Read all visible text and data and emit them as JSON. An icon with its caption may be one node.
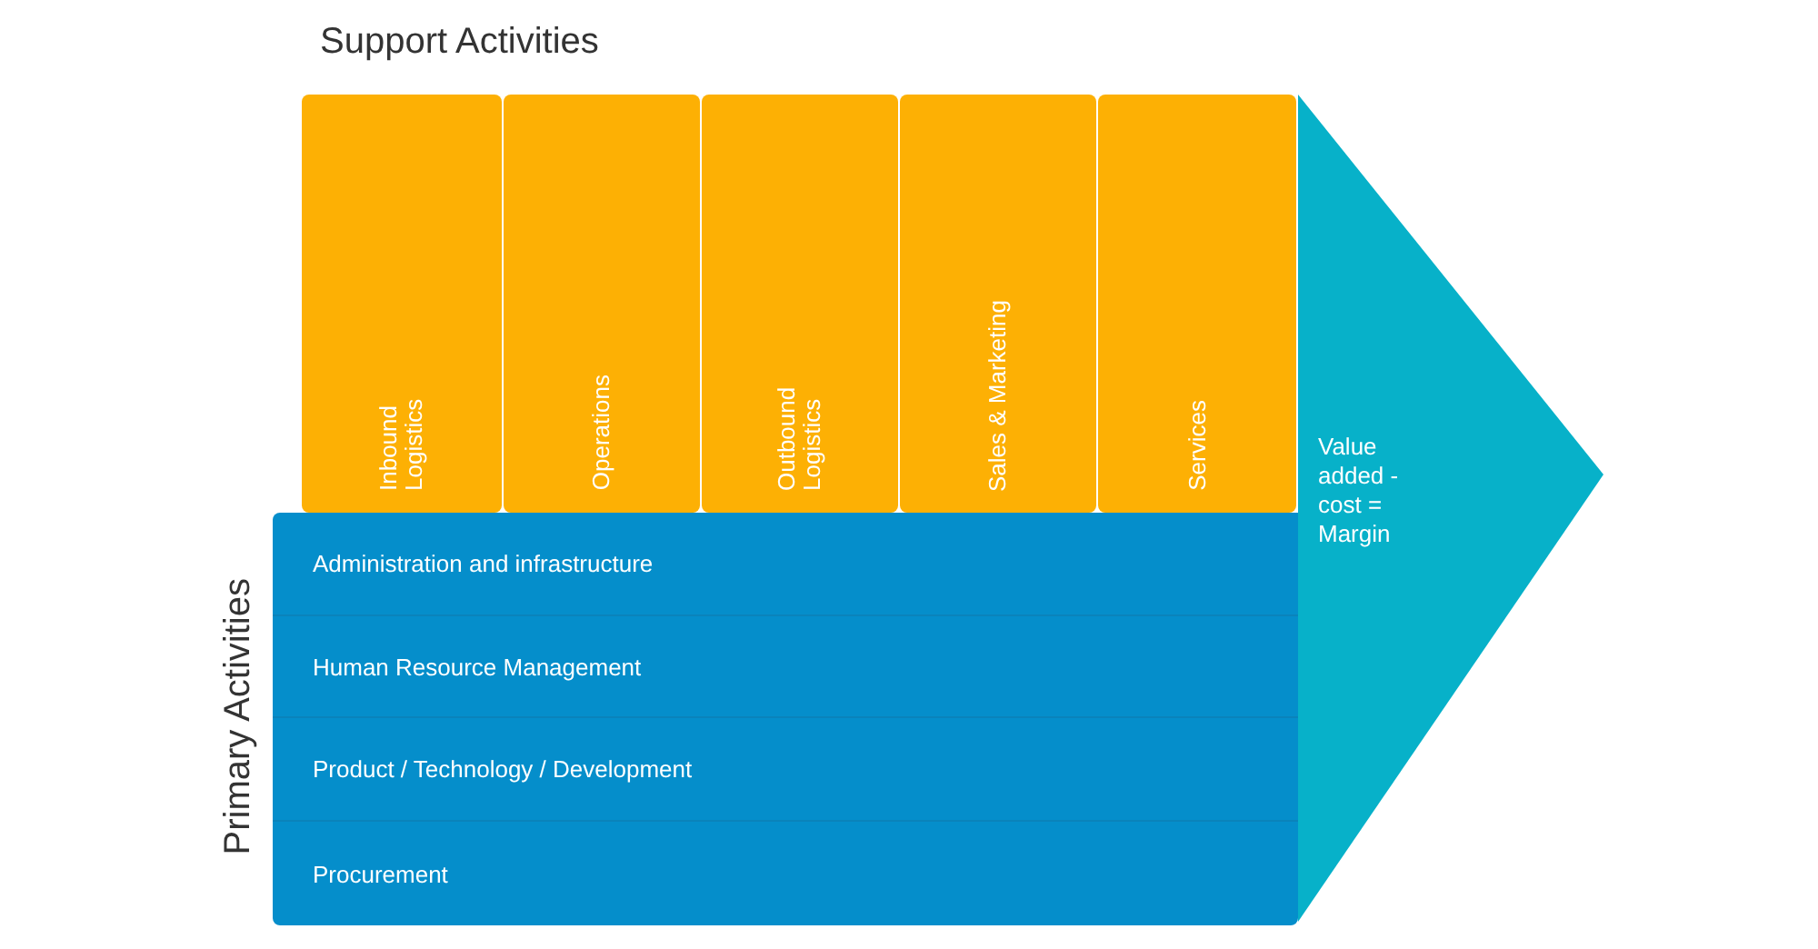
{
  "diagram": {
    "nodes": [
      {
        "text": [
          "Inbound Logistics"
        ]
      },
      {
        "text": [
          "Operations"
        ]
      },
      {
        "text": [
          "Outbound Logistics"
        ]
      },
      {
        "text": [
          "Sales & Marketing"
        ]
      },
      {
        "text": [
          "Services"
        ]
      },
      {
        "text": [
          "Value added - cost = Margin"
        ]
      },
      {
        "text": [
          "Administration and infrastructure"
        ]
      },
      {
        "text": [
          "Human Resource Management"
        ]
      },
      {
        "text": [
          "Product / Technology / Development"
        ]
      },
      {
        "text": [
          "Procurement"
        ]
      }
    ],
    "edges": [],
    "labels": [
      "Support Activities",
      "Primary Activities"
    ]
  }
}
